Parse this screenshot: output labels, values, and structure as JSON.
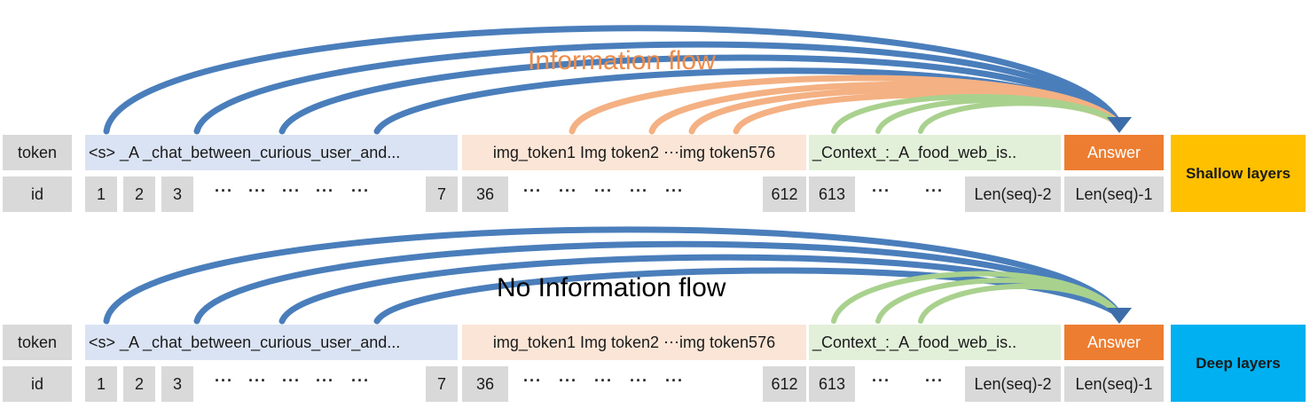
{
  "labels": {
    "token": "token",
    "id": "id"
  },
  "tokens": {
    "system": "<s> _A _chat_between_curious_user_and...",
    "image": "img_token1 Img token2 ⋯img token576",
    "context": "_Context_:_A_food_web_is..",
    "answer": "Answer"
  },
  "ids": {
    "sys": [
      "1",
      "2",
      "3",
      "7"
    ],
    "img": [
      "36",
      "612"
    ],
    "ctx": [
      "613",
      "Len(seq)-2"
    ],
    "answer": "Len(seq)-1"
  },
  "ellipsis": "···",
  "panels": [
    {
      "title": "Information flow",
      "layer": "Shallow layers",
      "title_color": "#ed8b4a",
      "badge_color": "#ffc000"
    },
    {
      "title": "No Information flow",
      "layer": "Deep layers",
      "title_color": "#000000",
      "badge_color": "#00b0f0"
    }
  ],
  "colors": {
    "system_arc": "#4a7ebb",
    "image_arc": "#f4b183",
    "context_arc": "#a9d18e"
  }
}
